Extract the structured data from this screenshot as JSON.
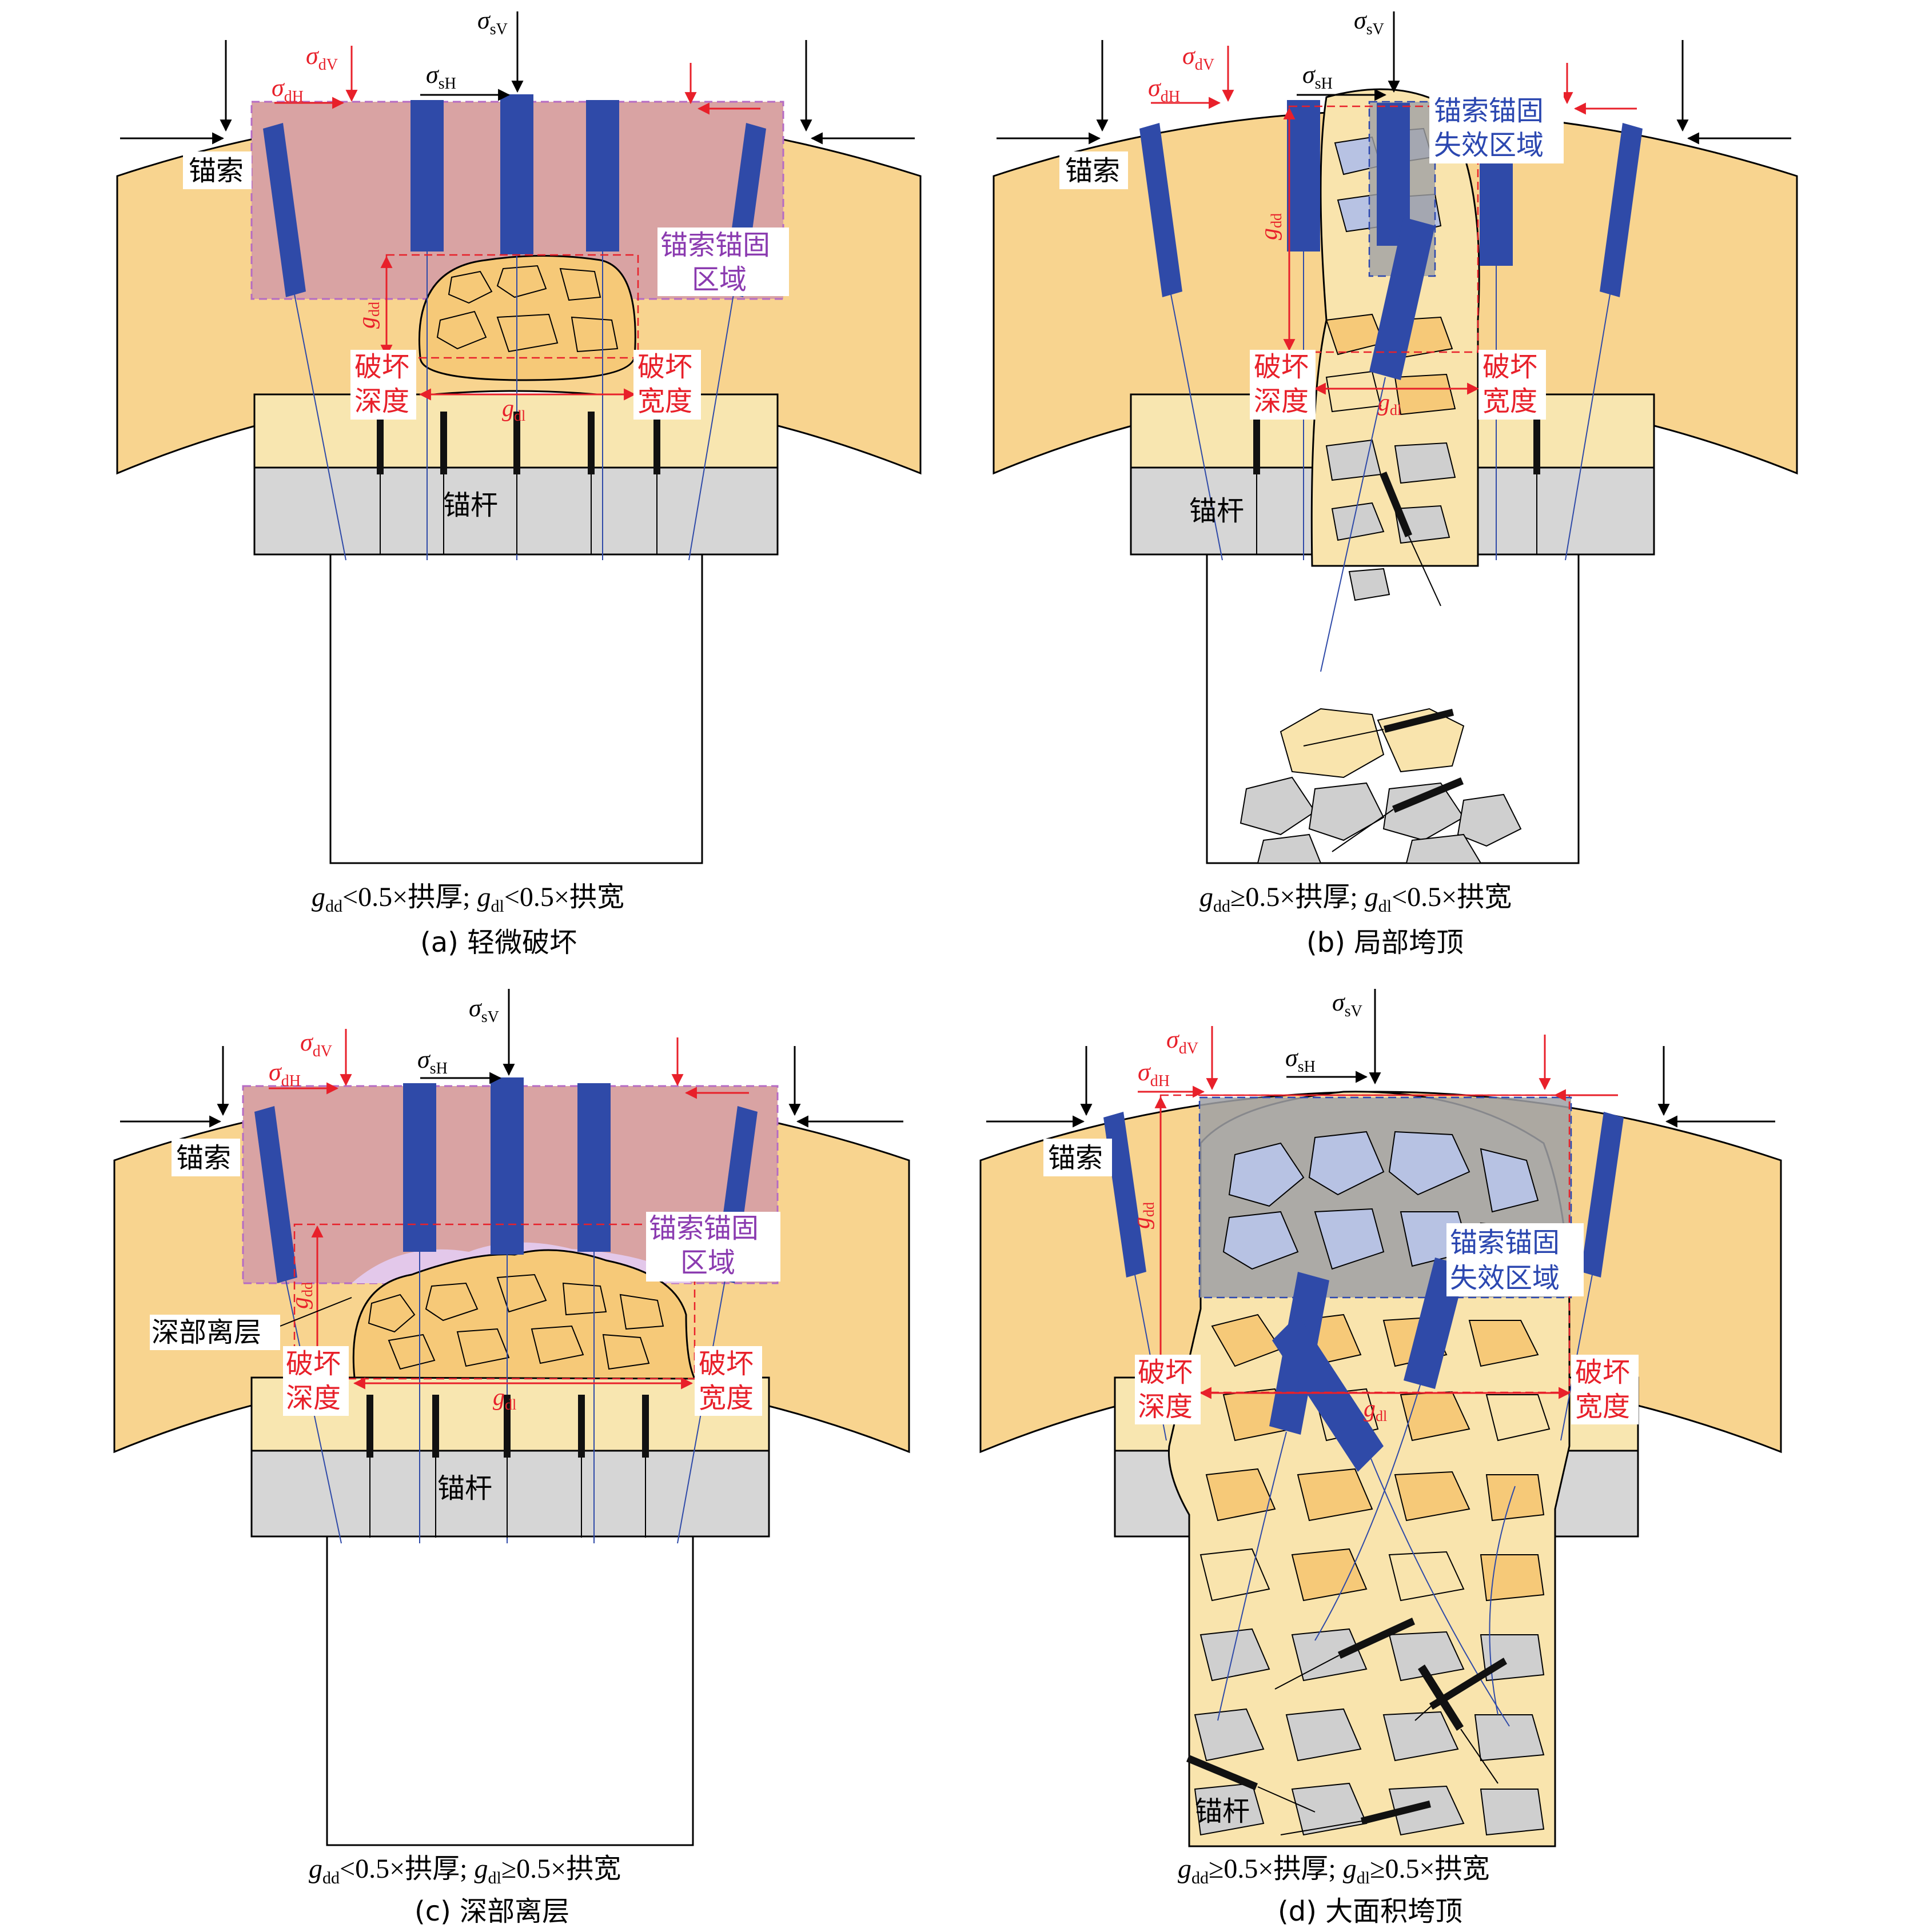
{
  "colors": {
    "arch": "#f8d48f",
    "bolt_layer": "#f8e6b0",
    "grey_layer": "#d6d6d6",
    "cable": "#2f4aa8",
    "anchor_zone": "#d9a3a3",
    "anchor_zone_border": "#b56bc4",
    "failed_zone": "#9fa0a4",
    "failed_zone_light": "#b7c2e3",
    "rock_yellow": "#f6c978",
    "rock_light": "#f9e4ad",
    "rock_grey": "#cfcfcf",
    "red": "#e8202a",
    "purple": "#8b3bb0",
    "blue": "#2b47b0"
  },
  "symbols": {
    "sigma": "σ",
    "sub_sV": "sV",
    "sub_sH": "sH",
    "sub_dV": "dV",
    "sub_dH": "dH",
    "g": "g",
    "sub_dd": "dd",
    "sub_dl": "dl"
  },
  "panels": [
    {
      "id": "a",
      "cable_label": "锚索",
      "bolt_label": "锚杆",
      "depth_label": [
        "破坏",
        "深度"
      ],
      "width_label": [
        "破坏",
        "宽度"
      ],
      "zone_label": [
        "锚索锚固",
        "区域"
      ],
      "condition_rest1": "<0.5×拱厚; ",
      "condition_rest2": "<0.5×拱宽",
      "caption": "(a) 轻微破坏"
    },
    {
      "id": "b",
      "cable_label": "锚索",
      "bolt_label": "锚杆",
      "depth_label": [
        "破坏",
        "深度"
      ],
      "width_label": [
        "破坏",
        "宽度"
      ],
      "zone_label": [
        "锚索锚固",
        "失效区域"
      ],
      "condition_rest1": "≥0.5×拱厚; ",
      "condition_rest2": "<0.5×拱宽",
      "caption": "(b) 局部垮顶"
    },
    {
      "id": "c",
      "cable_label": "锚索",
      "bolt_label": "锚杆",
      "depth_label": [
        "破坏",
        "深度"
      ],
      "width_label": [
        "破坏",
        "宽度"
      ],
      "zone_label": [
        "锚索锚固",
        "区域"
      ],
      "separation_label": "深部离层",
      "condition_rest1": "<0.5×拱厚; ",
      "condition_rest2": "≥0.5×拱宽",
      "caption": "(c) 深部离层"
    },
    {
      "id": "d",
      "cable_label": "锚索",
      "bolt_label": "锚杆",
      "depth_label": [
        "破坏",
        "深度"
      ],
      "width_label": [
        "破坏",
        "宽度"
      ],
      "zone_label": [
        "锚索锚固",
        "失效区域"
      ],
      "condition_rest1": "≥0.5×拱厚; ",
      "condition_rest2": "≥0.5×拱宽",
      "caption": "(d) 大面积垮顶"
    }
  ]
}
